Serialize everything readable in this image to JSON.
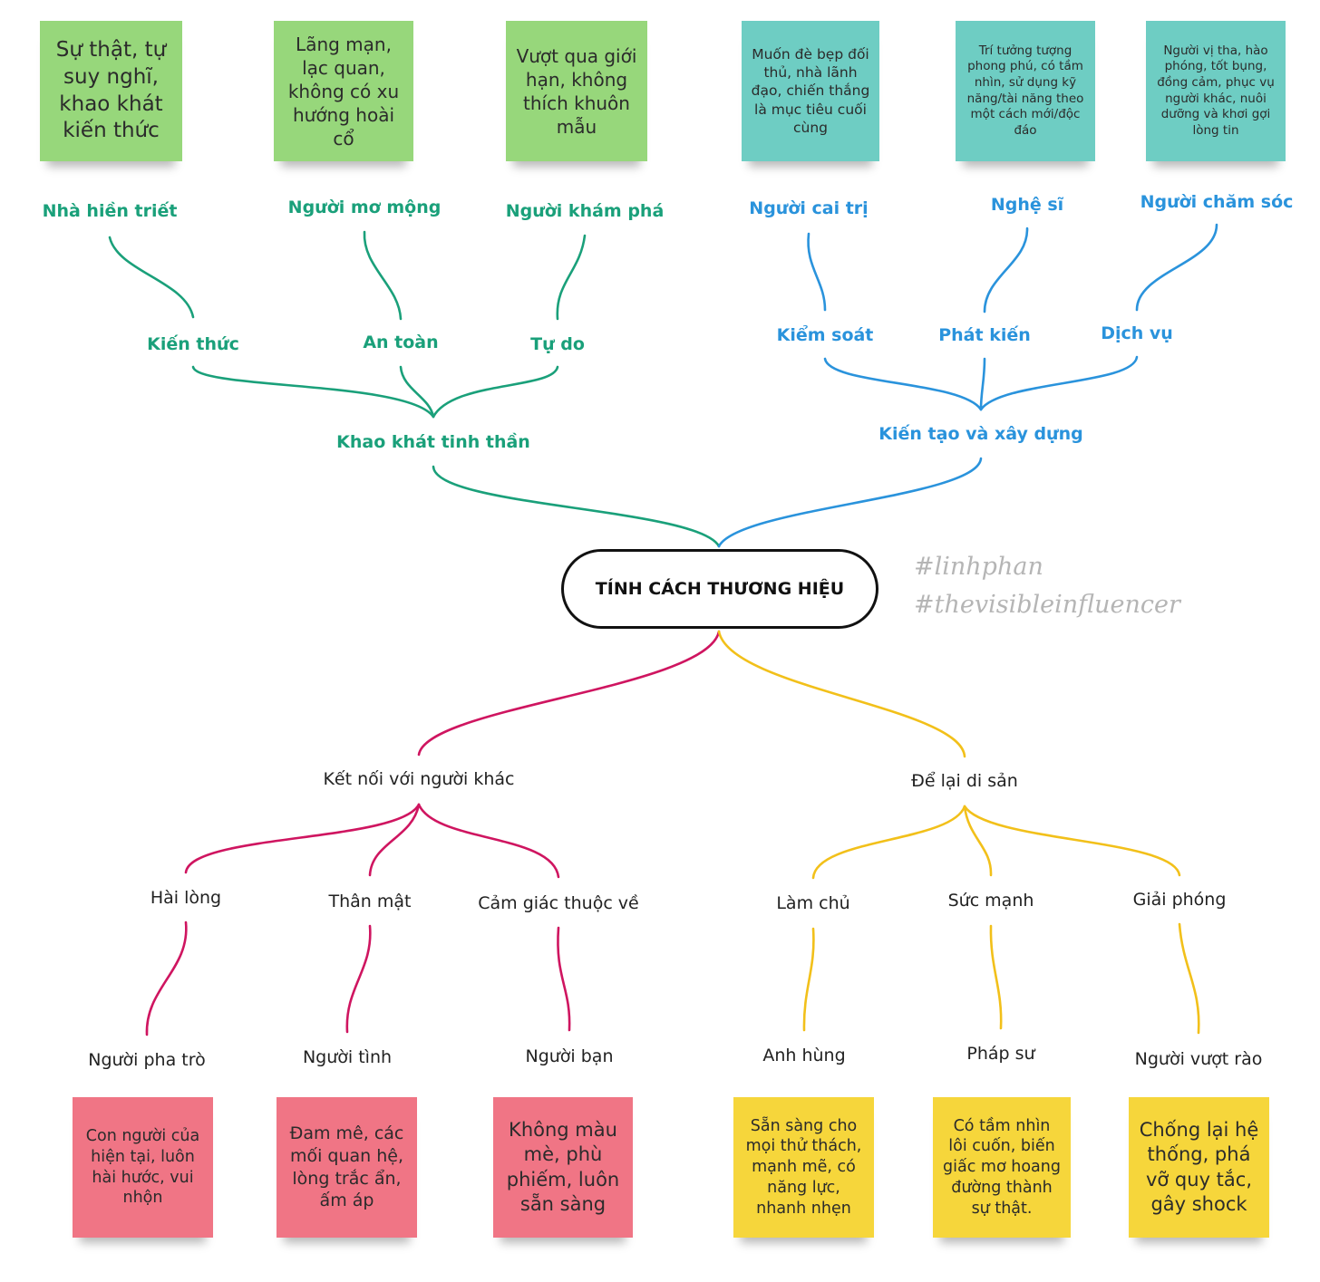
{
  "center": "TÍNH CÁCH THƯƠNG HIỆU",
  "hashtags": [
    "#linhphan",
    "#thevisibleinfluencer"
  ],
  "colors": {
    "green": "#1aa07a",
    "blue": "#2a93dc",
    "magenta": "#cf1560",
    "yellow": "#f2c01a"
  },
  "top_left": {
    "group": "Khao khát tinh thần",
    "motivations": [
      "Kiến thức",
      "An toàn",
      "Tự do"
    ],
    "archetypes": [
      "Nhà hiền triết",
      "Người mơ mộng",
      "Người khám phá"
    ],
    "notes": [
      "Sự thật, tự suy nghĩ, khao khát kiến thức",
      "Lãng mạn, lạc quan, không có xu hướng hoài cổ",
      "Vượt qua giới hạn, không thích khuôn mẫu"
    ]
  },
  "top_right": {
    "group": "Kiến tạo và xây dựng",
    "motivations": [
      "Kiểm soát",
      "Phát kiến",
      "Dịch vụ"
    ],
    "archetypes": [
      "Người cai trị",
      "Nghệ sĩ",
      "Người chăm sóc"
    ],
    "notes": [
      "Muốn đè bẹp đối thủ, nhà lãnh đạo, chiến thắng là mục tiêu cuối cùng",
      "Trí tưởng tượng phong phú, có tầm nhìn, sử dụng kỹ năng/tài năng theo một cách mới/độc đáo",
      "Người vị tha, hào phóng, tốt bụng, đồng cảm, phục vụ người khác, nuôi dưỡng và khơi gợi lòng tin"
    ]
  },
  "bottom_left": {
    "group": "Kết nối với người khác",
    "motivations": [
      "Hài lòng",
      "Thân mật",
      "Cảm giác thuộc về"
    ],
    "archetypes": [
      "Người pha trò",
      "Người tình",
      "Người bạn"
    ],
    "notes": [
      "Con người của hiện tại, luôn hài hước, vui nhộn",
      "Đam mê, các mối quan hệ, lòng trắc ẩn, ấm áp",
      "Không màu mè, phù phiếm, luôn sẵn sàng"
    ]
  },
  "bottom_right": {
    "group": "Để lại di sản",
    "motivations": [
      "Làm chủ",
      "Sức mạnh",
      "Giải phóng"
    ],
    "archetypes": [
      "Anh hùng",
      "Pháp sư",
      "Người vượt rào"
    ],
    "notes": [
      "Sẵn sàng cho mọi thử thách, mạnh mẽ, có năng lực, nhanh nhẹn",
      "Có tầm nhìn lôi cuốn, biến giấc mơ hoang đường thành sự thật.",
      "Chống lại hệ thống, phá vỡ quy tắc, gây shock"
    ]
  }
}
